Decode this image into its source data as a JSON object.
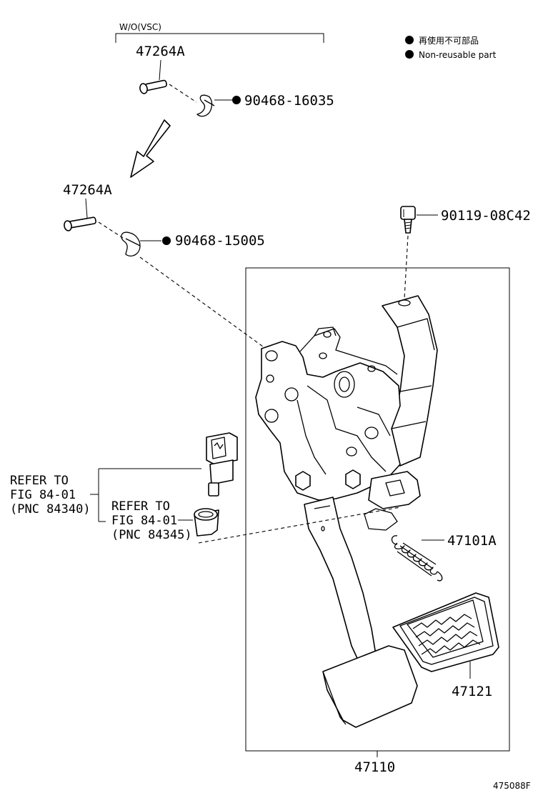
{
  "legend": {
    "jp": "再使用不可部品",
    "en": "Non-reusable part"
  },
  "variant_label": "W/O(VSC)",
  "parts": {
    "pin_upper": "47264A",
    "clip_upper": "90468-16035",
    "pin_lower": "47264A",
    "clip_lower": "90468-15005",
    "bolt": "90119-08C42",
    "spring": "47101A",
    "pad": "47121",
    "pedal_assy": "47110"
  },
  "refs": {
    "stoplamp_switch": [
      "REFER TO",
      "FIG 84-01",
      "(PNC 84340)"
    ],
    "cushion": [
      "REFER TO",
      "FIG 84-01",
      "(PNC 84345)"
    ]
  },
  "figure_id": "475088F"
}
